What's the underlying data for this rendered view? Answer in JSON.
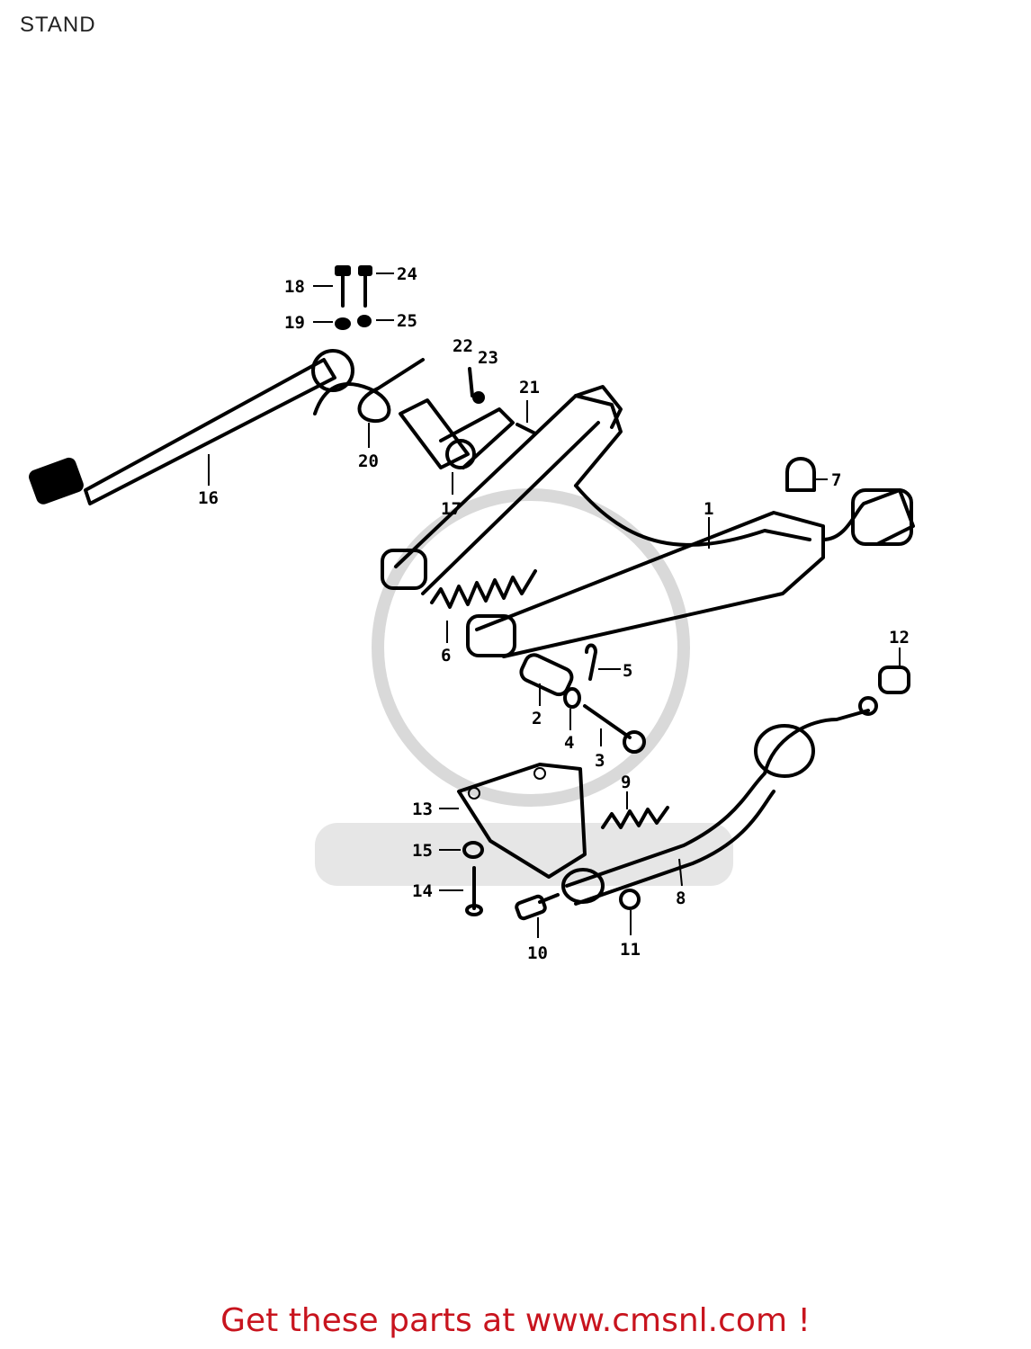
{
  "title": "STAND",
  "footer": {
    "text": "Get these parts at www.cmsnl.com !",
    "color": "#c8141e"
  },
  "callouts": {
    "c1": "1",
    "c2": "2",
    "c3": "3",
    "c4": "4",
    "c5": "5",
    "c6": "6",
    "c7": "7",
    "c8": "8",
    "c9": "9",
    "c10": "10",
    "c11": "11",
    "c12": "12",
    "c13": "13",
    "c14": "14",
    "c15": "15",
    "c16": "16",
    "c17": "17",
    "c18": "18",
    "c19": "19",
    "c20": "20",
    "c21": "21",
    "c22": "22",
    "c23": "23",
    "c24": "24",
    "c25": "25"
  }
}
